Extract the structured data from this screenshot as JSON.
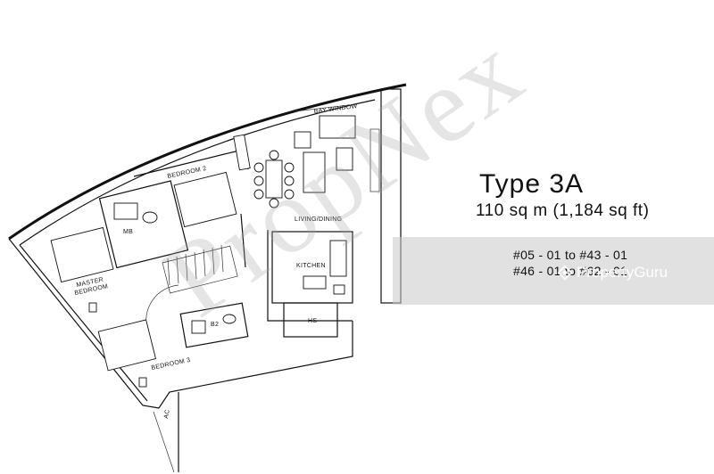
{
  "plan": {
    "type_title": "Type 3A",
    "type_area": "110 sq m (1,184 sq ft)",
    "units": [
      "#05 - 01 to #43 - 01",
      "#46 - 01 to #62 - 01"
    ],
    "rooms": {
      "bedroom2": "BEDROOM 2",
      "living": "LIVING/DINING",
      "kitchen": "KITCHEN",
      "master1": "MASTER",
      "master2": "BEDROOM",
      "mb": "MB",
      "b2": "B2",
      "hs": "HS",
      "bedroom3": "BEDROOM 3",
      "ac": "AC",
      "baywindow": "BAY WINDOW"
    }
  },
  "watermarks": {
    "propnex": "PropNex",
    "propertyguru": "PropertyGuru"
  }
}
